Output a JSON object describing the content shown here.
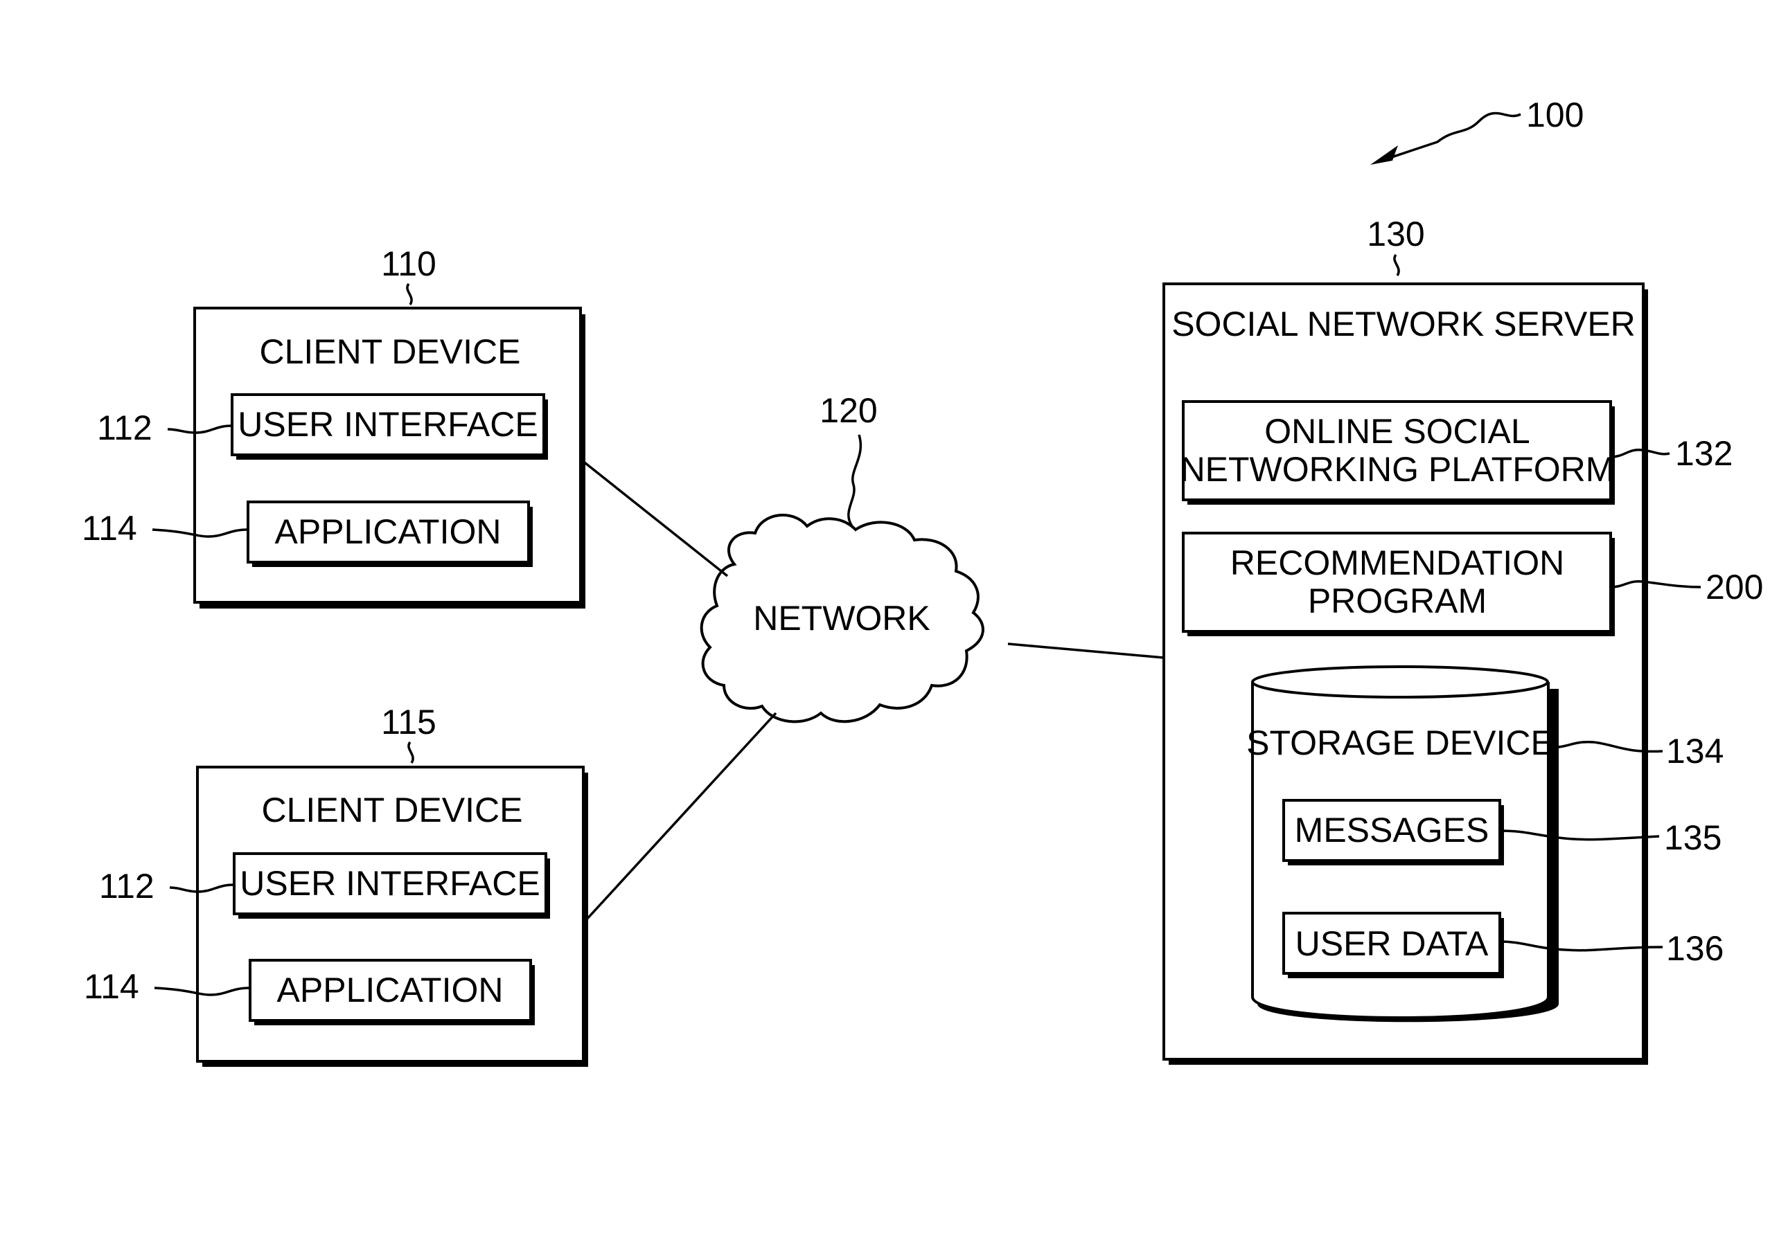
{
  "figure_ref": "100",
  "client_device_1": {
    "ref": "110",
    "title": "CLIENT DEVICE",
    "user_interface": {
      "ref": "112",
      "label": "USER INTERFACE"
    },
    "application": {
      "ref": "114",
      "label": "APPLICATION"
    }
  },
  "client_device_2": {
    "ref": "115",
    "title": "CLIENT DEVICE",
    "user_interface": {
      "ref": "112",
      "label": "USER INTERFACE"
    },
    "application": {
      "ref": "114",
      "label": "APPLICATION"
    }
  },
  "network": {
    "ref": "120",
    "label": "NETWORK"
  },
  "server": {
    "ref": "130",
    "title": "SOCIAL NETWORK SERVER",
    "platform": {
      "ref": "132",
      "line1": "ONLINE SOCIAL",
      "line2": "NETWORKING PLATFORM"
    },
    "recommendation": {
      "ref": "200",
      "line1": "RECOMMENDATION",
      "line2": "PROGRAM"
    },
    "storage": {
      "ref": "134",
      "label": "STORAGE DEVICE",
      "messages": {
        "ref": "135",
        "label": "MESSAGES"
      },
      "user_data": {
        "ref": "136",
        "label": "USER DATA"
      }
    }
  }
}
